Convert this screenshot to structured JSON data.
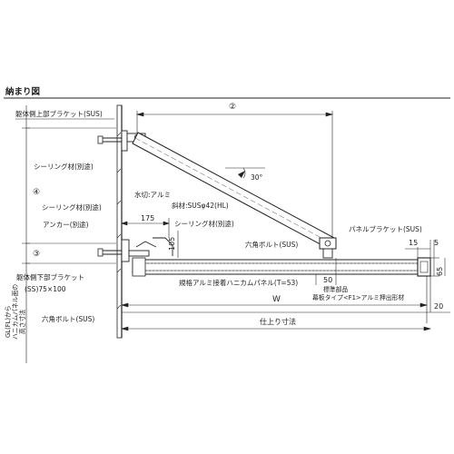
{
  "section_title": "納まり図",
  "labels": {
    "upper_bracket": "躯体側上部ブラケット(SUS)",
    "sealing_1": "シーリング材(別途)",
    "sealing_2": "シーリング材(別途)",
    "sealing_3": "シーリング材(別途)",
    "anchor": "アンカー(別途)",
    "lower_bracket_1": "躯体側下部ブラケット",
    "lower_bracket_2": "(SS)75×100",
    "hex_bolt_left": "六角ボルト(SUS)",
    "hex_bolt_right": "六角ボルト(SUS)",
    "drip": "水切:アルミ",
    "diagonal": "斜材:SUSφ42(HL)",
    "panel_bracket": "パネルブラケット(SUS)",
    "panel": "規格アルミ接着ハニカムパネル(T=53)",
    "standard_parts": "標準部品",
    "fascia": "幕板タイプ<F1>アルミ押出形材",
    "finish_dim": "仕上り寸法",
    "vertical_label_1": "GL(FL)から",
    "vertical_label_2": "ハニカムパネル面の",
    "vertical_label_3": "高さ寸法"
  },
  "dimensions": {
    "d2": "②",
    "d3": "③",
    "d4": "④",
    "d175": "175",
    "d105": "105",
    "d15": "15",
    "d5": "5",
    "d65": "65",
    "d50": "50",
    "d20": "20",
    "w": "W",
    "angle": "30°"
  }
}
